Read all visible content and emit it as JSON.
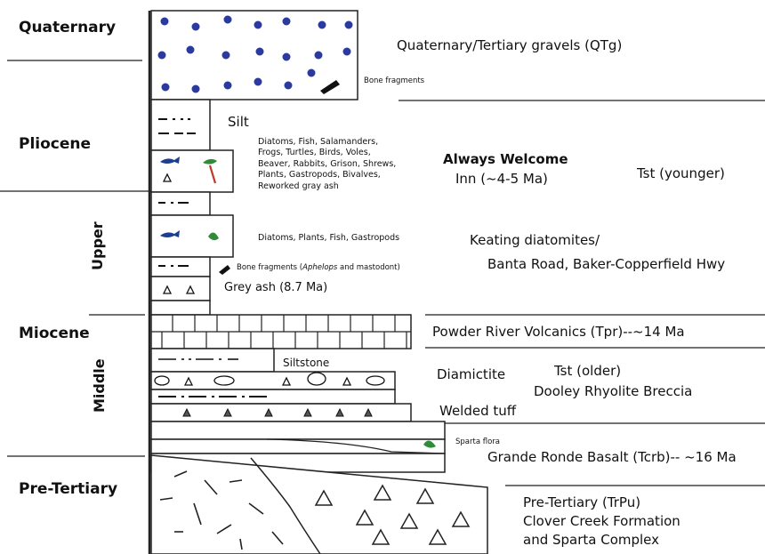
{
  "eras": {
    "quaternary": "Quaternary",
    "pliocene": "Pliocene",
    "miocene": "Miocene",
    "pre_tertiary": "Pre-Tertiary"
  },
  "subdivisions": {
    "upper": "Upper",
    "middle": "Middle"
  },
  "units": {
    "qtg": "Quaternary/Tertiary gravels (QTg)",
    "silt": "Silt",
    "always_welcome_1": "Always Welcome",
    "always_welcome_2": "Inn (~4-5 Ma)",
    "tst_younger": "Tst (younger)",
    "keating_1": "Keating diatomites/",
    "keating_2": "Banta Road, Baker-Copperfield Hwy",
    "grey_ash": "Grey ash (8.7 Ma)",
    "powder_river": "Powder River Volcanics (Tpr)--~14 Ma",
    "siltstone": "Siltstone",
    "diamictite": "Diamictite",
    "tst_older": "Tst (older)",
    "dooley": "Dooley Rhyolite Breccia",
    "welded_tuff": "Welded tuff",
    "sparta_flora": "Sparta flora",
    "grande_ronde": "Grande Ronde Basalt (Tcrb)-- ~16 Ma",
    "trpu_1": "Pre-Tertiary (TrPu)",
    "trpu_2": "Clover Creek Formation",
    "trpu_3": "and Sparta Complex"
  },
  "fossils": {
    "bone_fragments_top": "Bone fragments",
    "pliocene_lines": [
      "Diatoms, Fish, Salamanders,",
      "Frogs, Turtles, Birds, Voles,",
      "Beaver, Rabbits, Grison, Shrews,",
      "Plants, Gastropods, Bivalves,",
      "Reworked gray ash"
    ],
    "keating_list": "Diatoms, Plants, Fish, Gastropods",
    "bone_fragments_mid_prefix": "Bone fragments (",
    "bone_fragments_mid_taxon": "Aphelops",
    "bone_fragments_mid_suffix": " and mastodont)"
  },
  "colors": {
    "gravel_dot": "#2b3a9e",
    "fish": "#1d3f8f",
    "leaf": "#2f8a3a",
    "bird_body": "#2f8a3a",
    "bird_leg": "#c0392b",
    "line": "#222222"
  }
}
